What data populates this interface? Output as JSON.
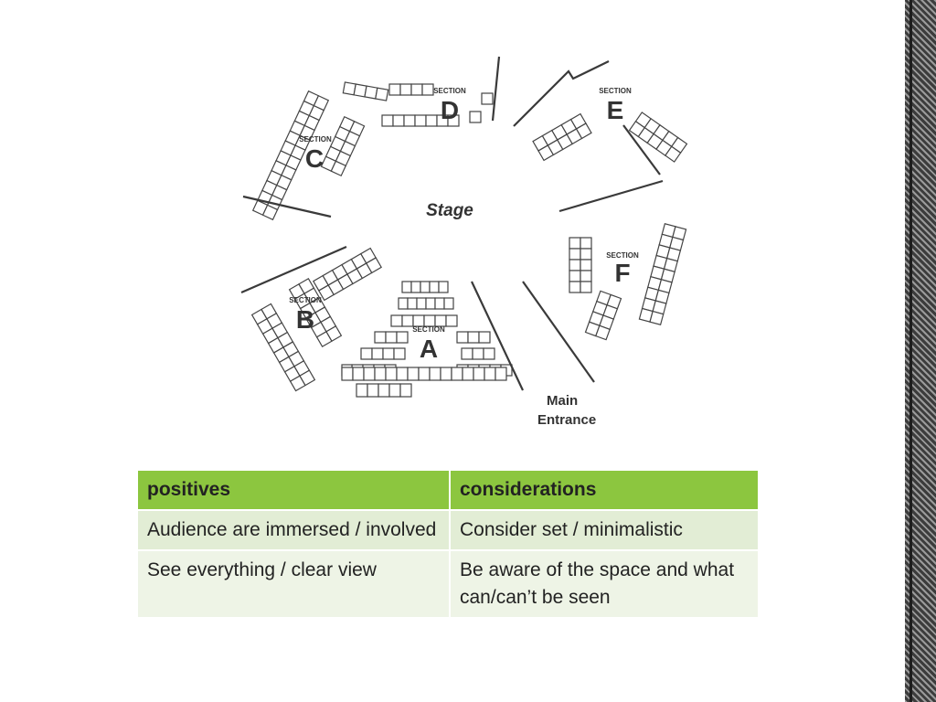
{
  "diagram": {
    "stage_label": "Stage",
    "section_word": "SECTION",
    "sections": [
      "A",
      "B",
      "C",
      "D",
      "E",
      "F"
    ],
    "entrance_line1": "Main",
    "entrance_line2": "Entrance"
  },
  "table": {
    "headers": [
      "positives",
      "considerations"
    ],
    "rows": [
      [
        "Audience are immersed / involved",
        "Consider set / minimalistic"
      ],
      [
        "See everything / clear view",
        "Be aware of the space and what can/can’t be seen"
      ]
    ],
    "header_color": "#8cc63f",
    "row_color": "#e2edd5"
  }
}
